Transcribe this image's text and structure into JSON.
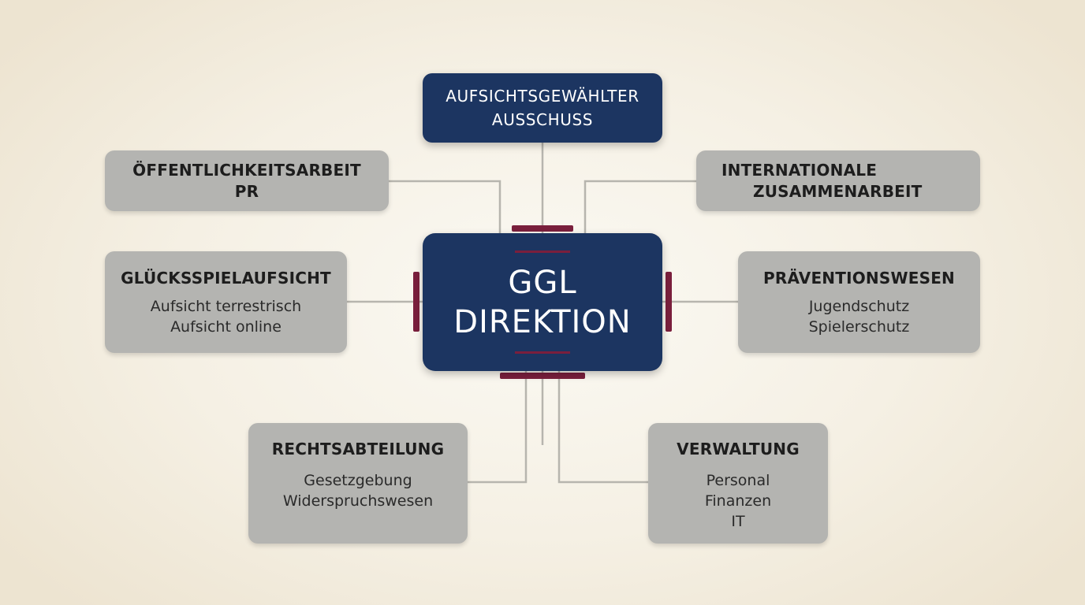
{
  "diagram": {
    "center": {
      "title_line1": "GGL",
      "title_line2": "DIREKTION"
    },
    "top": {
      "title_line1": "AUFSICHTSGEWÄHLTER",
      "title_line2": "AUSSCHUSS"
    },
    "public_relations": {
      "title": "ÖFFENTLICHKEITSARBEIT",
      "subtitle": "PR"
    },
    "international": {
      "title_line1": "INTERNATIONALE",
      "title_line2": "ZUSAMMENARBEIT"
    },
    "gambling_supervision": {
      "title": "GLÜCKSSPIELAUFSICHT",
      "items": [
        "Aufsicht terrestrisch",
        "Aufsicht online"
      ]
    },
    "prevention": {
      "title": "PRÄVENTIONSWESEN",
      "items": [
        "Jugendschutz",
        "Spielerschutz"
      ]
    },
    "legal": {
      "title": "RECHTSABTEILUNG",
      "items": [
        "Gesetzgebung",
        "Widerspruchswesen"
      ]
    },
    "administration": {
      "title": "VERWALTUNG",
      "items": [
        "Personal",
        "Finanzen",
        "IT"
      ]
    }
  },
  "colors": {
    "navy": "#1c3561",
    "grey_box": "#b4b4b1",
    "accent": "#7a1f3d",
    "connector": "#b7b5ae"
  }
}
